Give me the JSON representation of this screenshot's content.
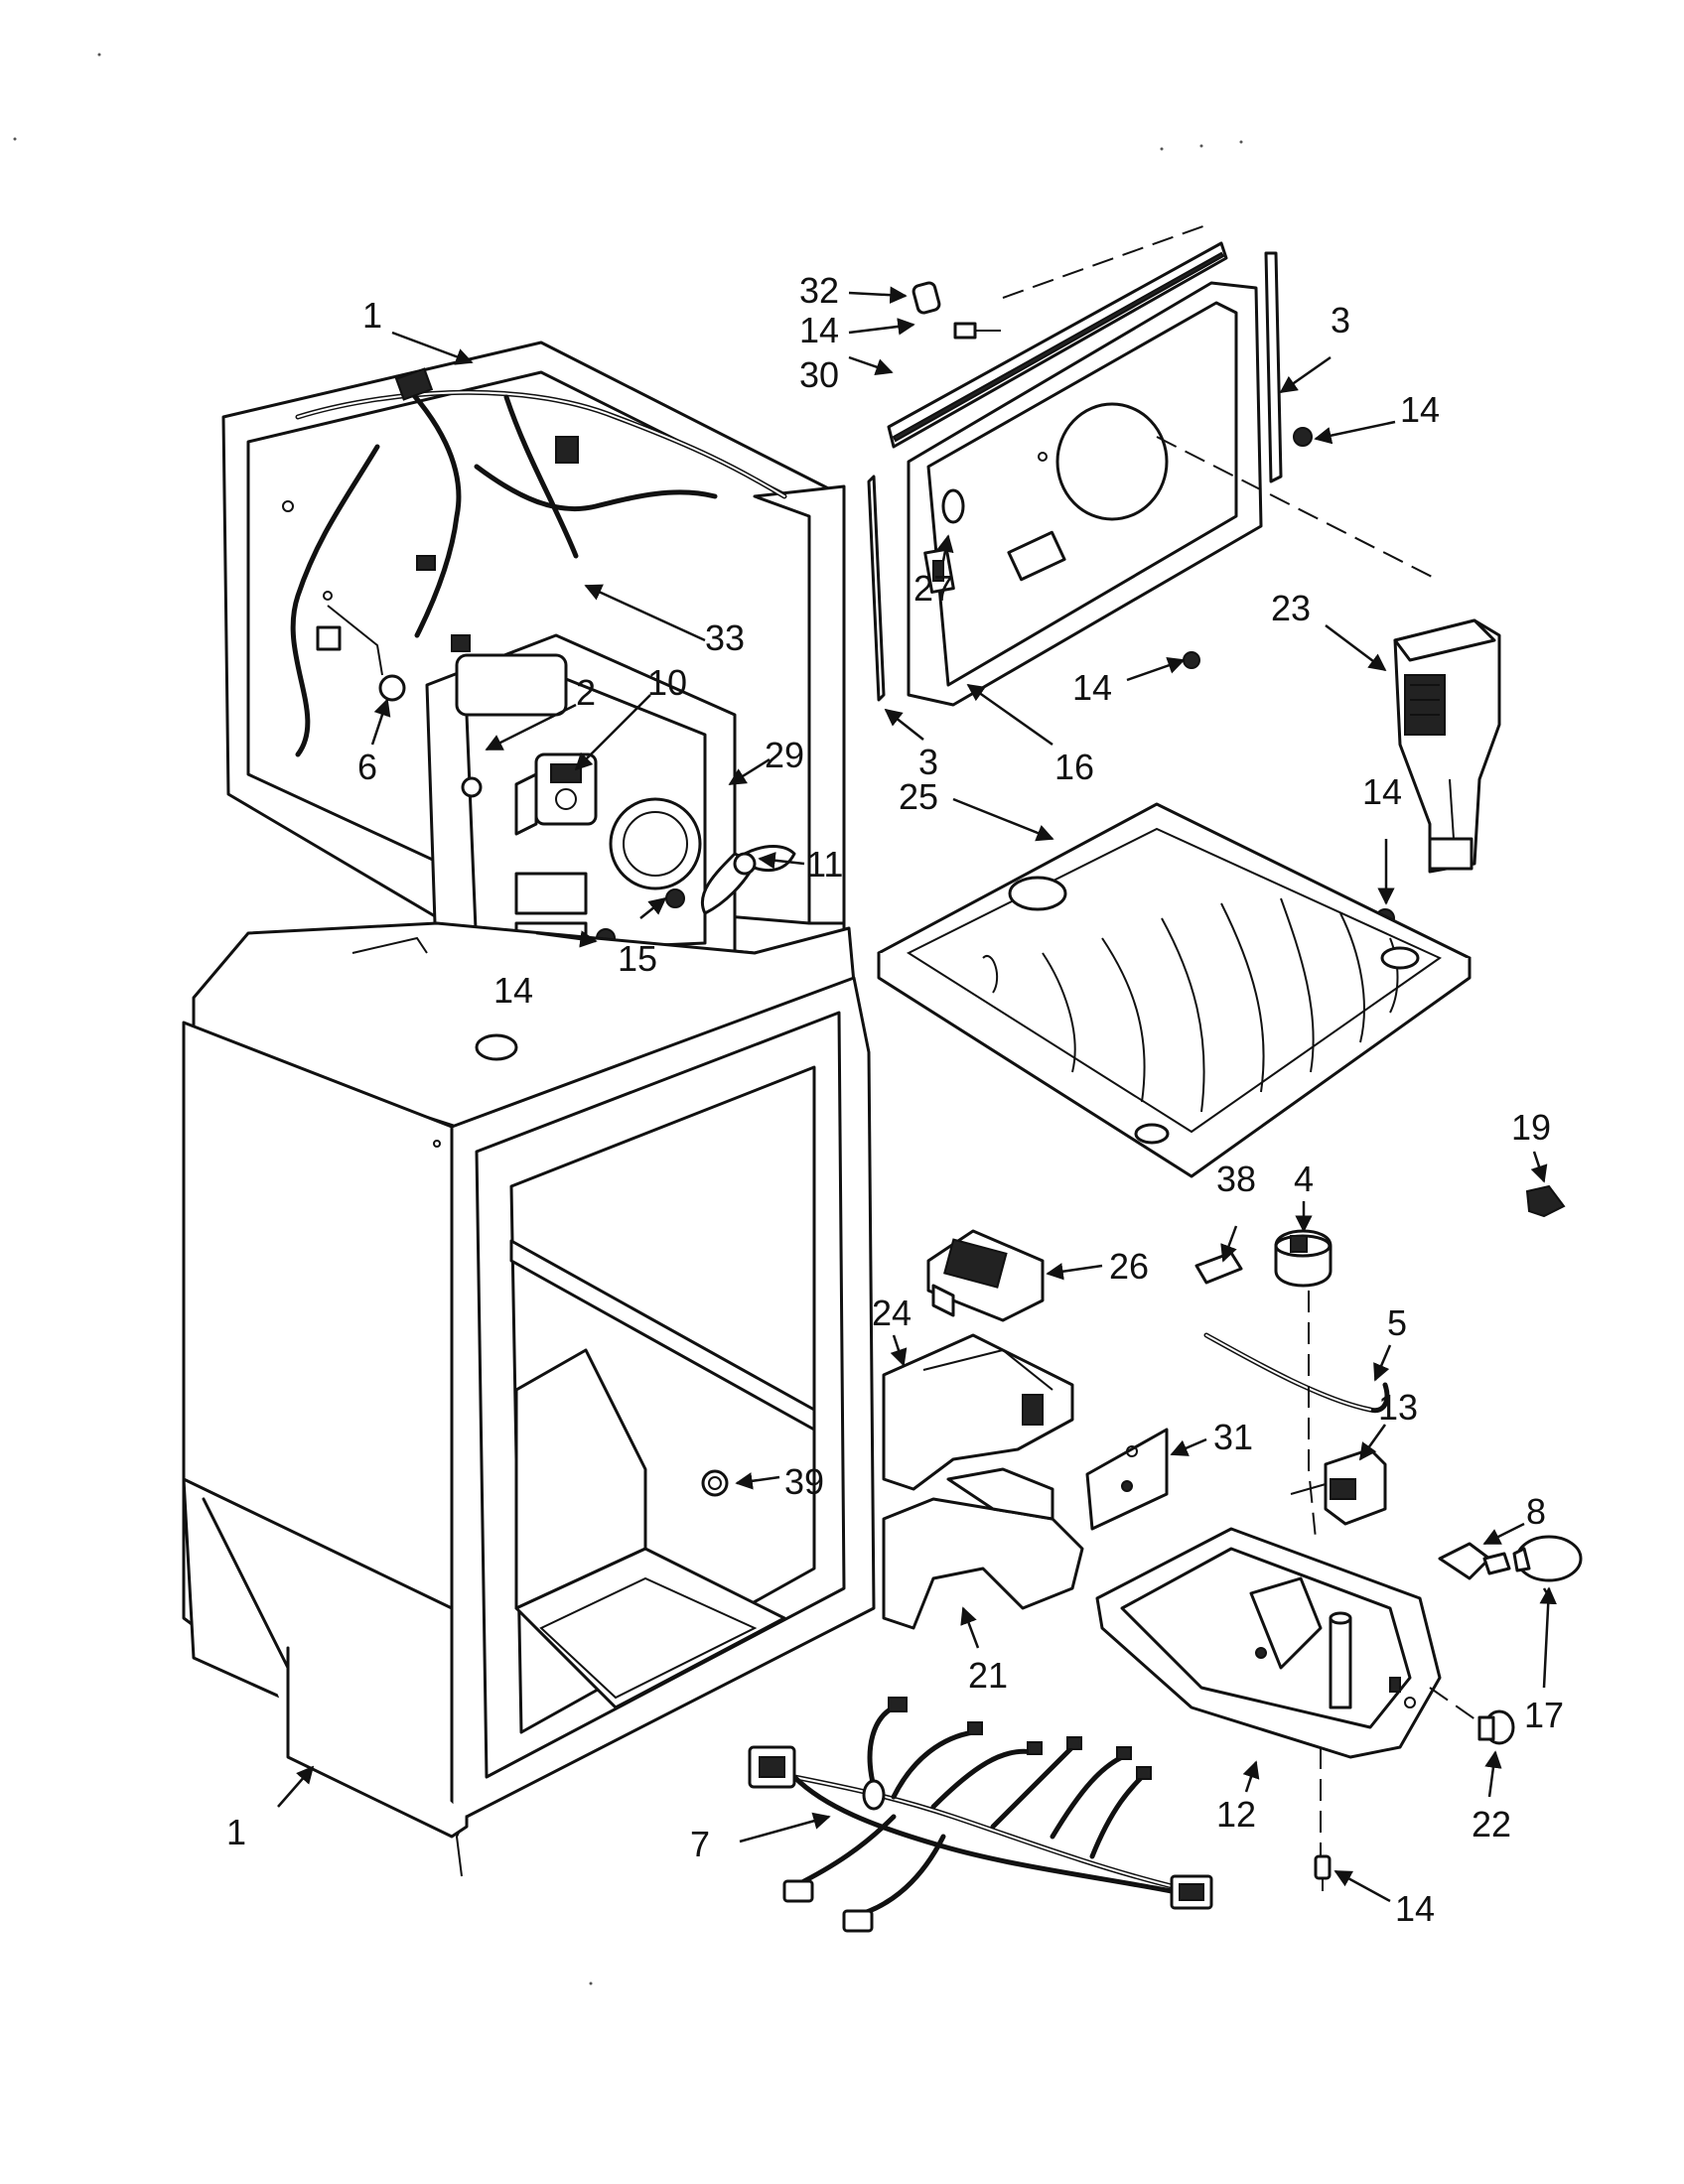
{
  "callouts": [
    {
      "id": "c1a",
      "label": "1"
    },
    {
      "id": "c1b",
      "label": "1"
    },
    {
      "id": "c2",
      "label": "2"
    },
    {
      "id": "c3a",
      "label": "3"
    },
    {
      "id": "c3b",
      "label": "3"
    },
    {
      "id": "c4",
      "label": "4"
    },
    {
      "id": "c5",
      "label": "5"
    },
    {
      "id": "c6",
      "label": "6"
    },
    {
      "id": "c7",
      "label": "7"
    },
    {
      "id": "c8",
      "label": "8"
    },
    {
      "id": "c10",
      "label": "10"
    },
    {
      "id": "c11",
      "label": "11"
    },
    {
      "id": "c12",
      "label": "12"
    },
    {
      "id": "c13",
      "label": "13"
    },
    {
      "id": "c14a",
      "label": "14"
    },
    {
      "id": "c14b",
      "label": "14"
    },
    {
      "id": "c14c",
      "label": "14"
    },
    {
      "id": "c14d",
      "label": "14"
    },
    {
      "id": "c14e",
      "label": "14"
    },
    {
      "id": "c14f",
      "label": "14"
    },
    {
      "id": "c15",
      "label": "15"
    },
    {
      "id": "c16",
      "label": "16"
    },
    {
      "id": "c17",
      "label": "17"
    },
    {
      "id": "c19",
      "label": "19"
    },
    {
      "id": "c21",
      "label": "21"
    },
    {
      "id": "c22",
      "label": "22"
    },
    {
      "id": "c23",
      "label": "23"
    },
    {
      "id": "c24",
      "label": "24"
    },
    {
      "id": "c25",
      "label": "25"
    },
    {
      "id": "c26",
      "label": "26"
    },
    {
      "id": "c27",
      "label": "27"
    },
    {
      "id": "c29",
      "label": "29"
    },
    {
      "id": "c30",
      "label": "30"
    },
    {
      "id": "c31",
      "label": "31"
    },
    {
      "id": "c32",
      "label": "32"
    },
    {
      "id": "c33",
      "label": "33"
    },
    {
      "id": "c38",
      "label": "38"
    },
    {
      "id": "c39",
      "label": "39"
    }
  ],
  "colors": {
    "line": "#111111",
    "fill": "#ffffff",
    "background": "#ffffff"
  }
}
